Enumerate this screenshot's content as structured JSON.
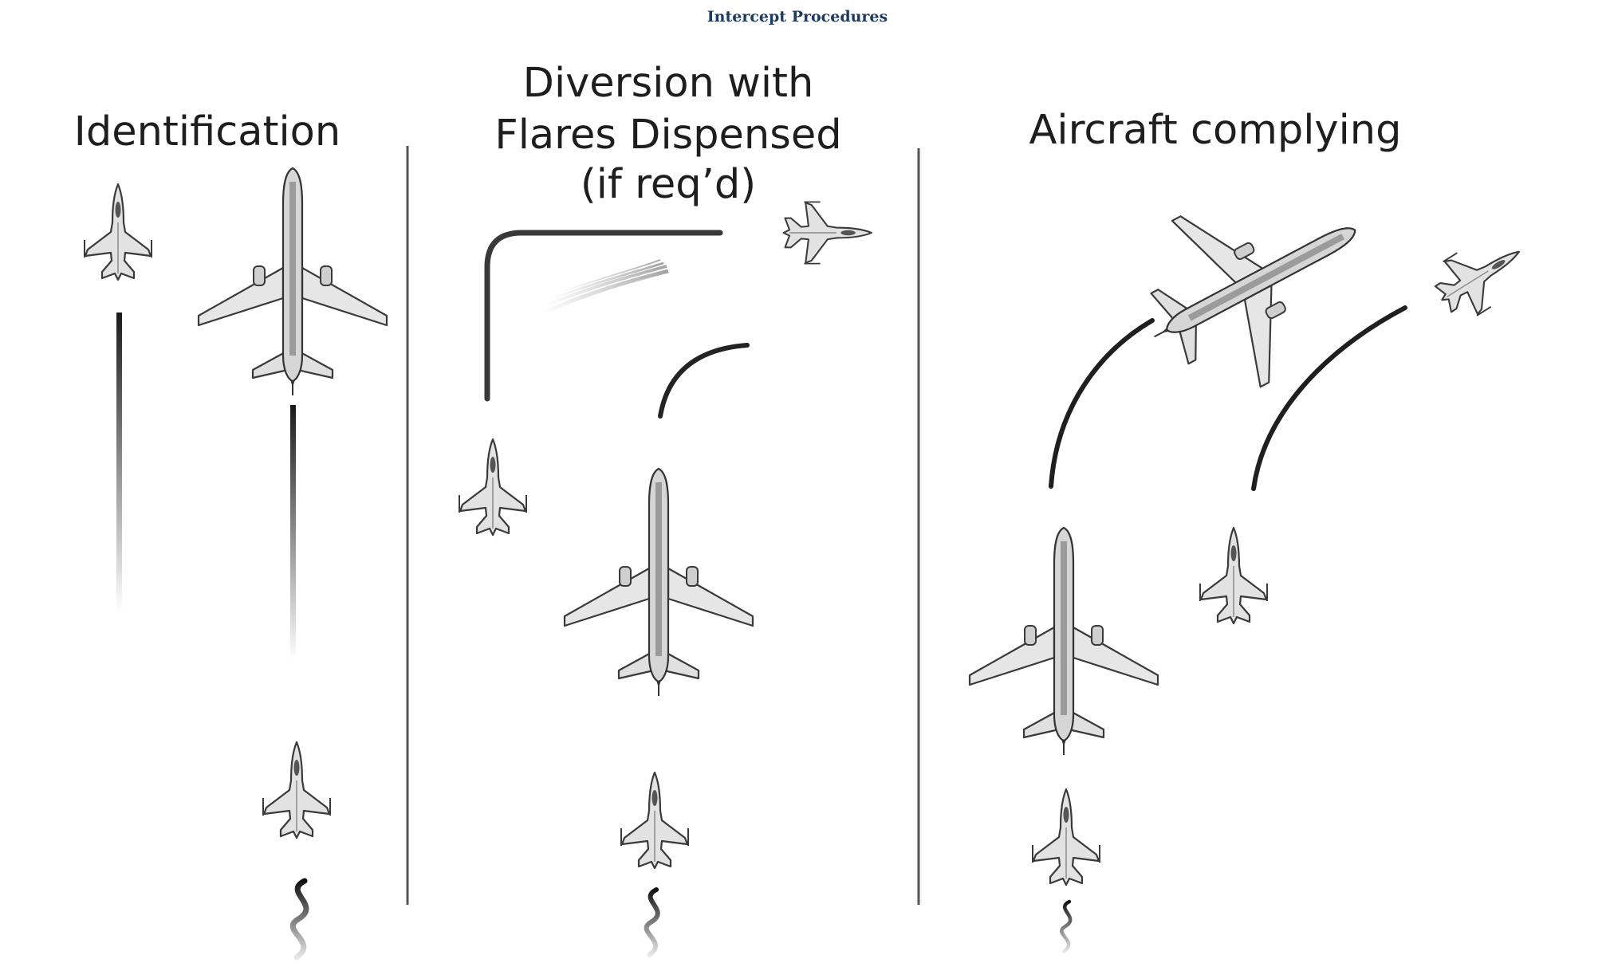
{
  "page": {
    "header": "Intercept Procedures"
  },
  "panels": [
    {
      "id": "identification",
      "title_lines": [
        "Identification"
      ]
    },
    {
      "id": "diversion",
      "title_lines": [
        "Diversion with",
        "Flares Dispensed",
        "(if req’d)"
      ]
    },
    {
      "id": "complying",
      "title_lines": [
        "Aircraft complying"
      ]
    }
  ],
  "icons": {
    "interceptor": "fighter-jet-icon",
    "intercepted": "airliner-icon",
    "flares": "flare-streak-icon",
    "approach_path": "squiggle-wake-icon"
  },
  "colors": {
    "header": "#1d3a5f",
    "lines": "#222222",
    "aircraft_fill": "#e2e2e2",
    "aircraft_stroke": "#3a3a3a"
  }
}
